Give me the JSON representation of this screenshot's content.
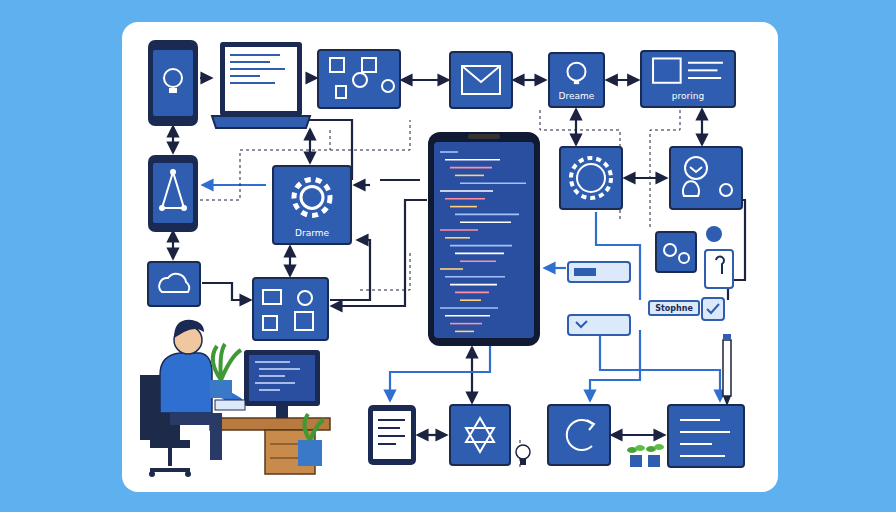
{
  "diagram": {
    "nodes": [
      {
        "text": [
          "Dreame"
        ]
      },
      {
        "text": [
          "proring"
        ]
      },
      {
        "text": [
          "Drarme"
        ]
      },
      {
        "text": [
          "Stophne"
        ]
      }
    ],
    "edges": [
      {
        "from": 0,
        "to": 1,
        "arrow": "both"
      }
    ]
  }
}
